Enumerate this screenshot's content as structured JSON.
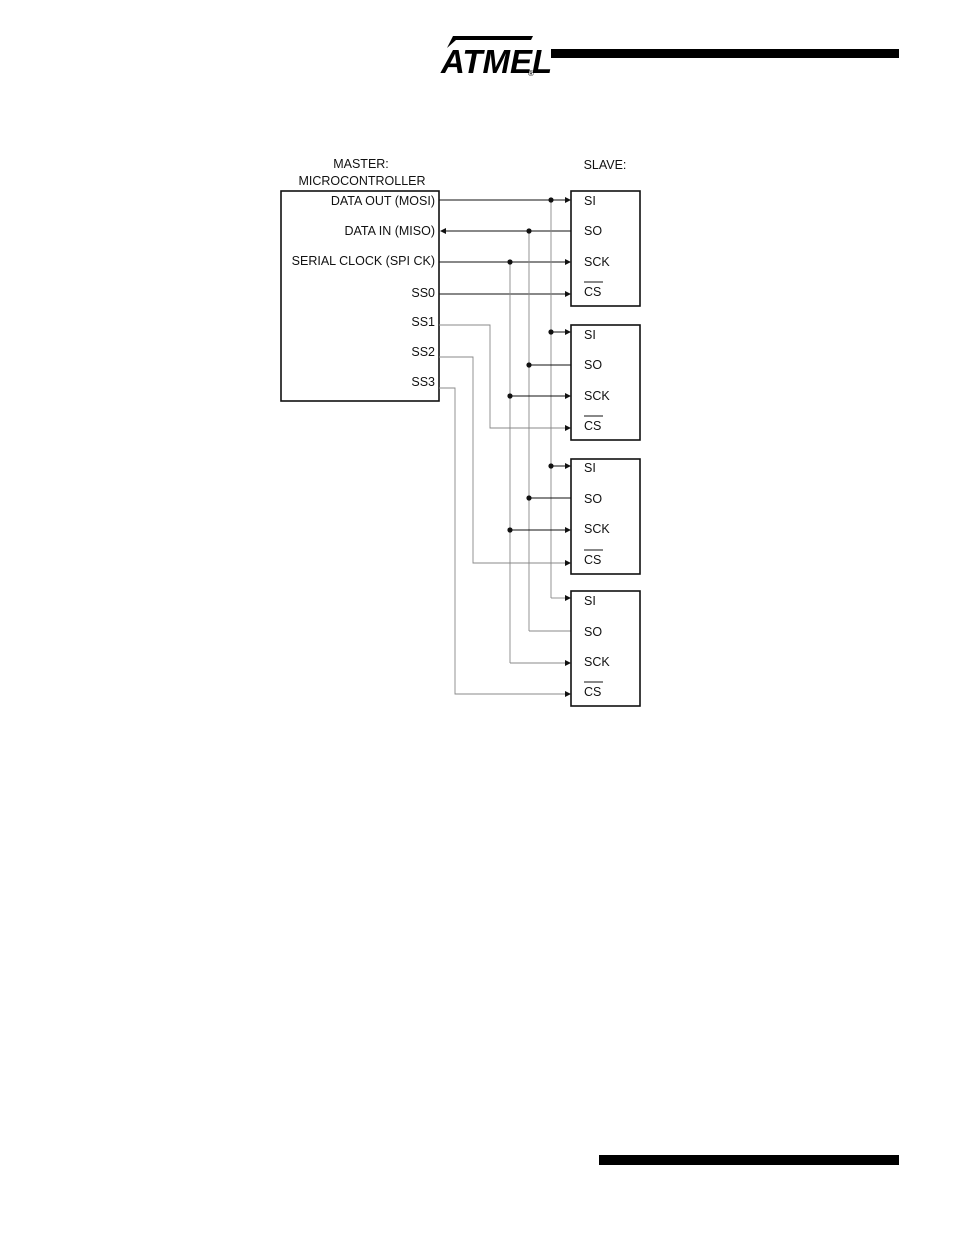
{
  "header": {
    "logo_text": "ATMEL",
    "logo_mark": "®"
  },
  "master": {
    "title_line1": "MASTER:",
    "title_line2": "MICROCONTROLLER",
    "pins": {
      "mosi": "DATA OUT (MOSI)",
      "miso": "DATA IN (MISO)",
      "sck": "SERIAL CLOCK (SPI CK)",
      "ss0": "SS0",
      "ss1": "SS1",
      "ss2": "SS2",
      "ss3": "SS3"
    }
  },
  "slave": {
    "title": "SLAVE:",
    "devices": [
      {
        "si": "SI",
        "so": "SO",
        "sck": "SCK",
        "cs": "CS"
      },
      {
        "si": "SI",
        "so": "SO",
        "sck": "SCK",
        "cs": "CS"
      },
      {
        "si": "SI",
        "so": "SO",
        "sck": "SCK",
        "cs": "CS"
      },
      {
        "si": "SI",
        "so": "SO",
        "sck": "SCK",
        "cs": "CS"
      }
    ]
  }
}
